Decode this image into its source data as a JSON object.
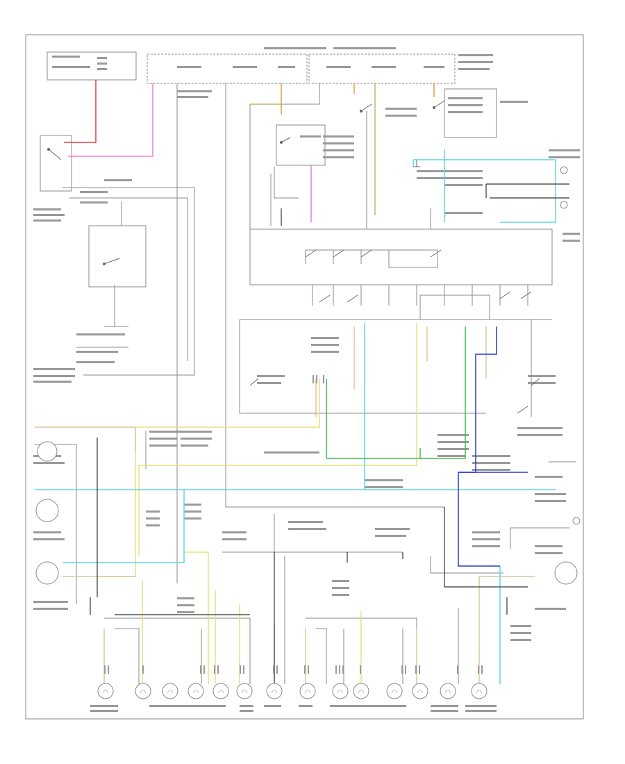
{
  "diagram": {
    "footer_code": "",
    "colors": {
      "frame": "#9a9a9a",
      "wire_gray": "#8a8a8a",
      "wire_yellow": "#e8e07a",
      "wire_tan": "#d9c79a",
      "wire_lightblue": "#5fd6e0",
      "wire_green": "#3fbf4f",
      "wire_blue": "#2a38c8",
      "wire_red": "#e83a3a",
      "wire_pink": "#f07ad8",
      "wire_orange": "#d8a040",
      "wire_black": "#333333"
    },
    "lamps": [
      {
        "id": "lamp-1",
        "label": ""
      },
      {
        "id": "lamp-2",
        "label": ""
      },
      {
        "id": "lamp-3",
        "label": ""
      },
      {
        "id": "lamp-4",
        "label": ""
      },
      {
        "id": "lamp-5",
        "label": ""
      },
      {
        "id": "lamp-6",
        "label": ""
      },
      {
        "id": "lamp-7",
        "label": ""
      },
      {
        "id": "lamp-8",
        "label": ""
      },
      {
        "id": "lamp-9",
        "label": ""
      },
      {
        "id": "lamp-10",
        "label": ""
      },
      {
        "id": "lamp-11",
        "label": ""
      },
      {
        "id": "lamp-12",
        "label": ""
      },
      {
        "id": "lamp-13",
        "label": ""
      },
      {
        "id": "lamp-14",
        "label": ""
      }
    ]
  }
}
